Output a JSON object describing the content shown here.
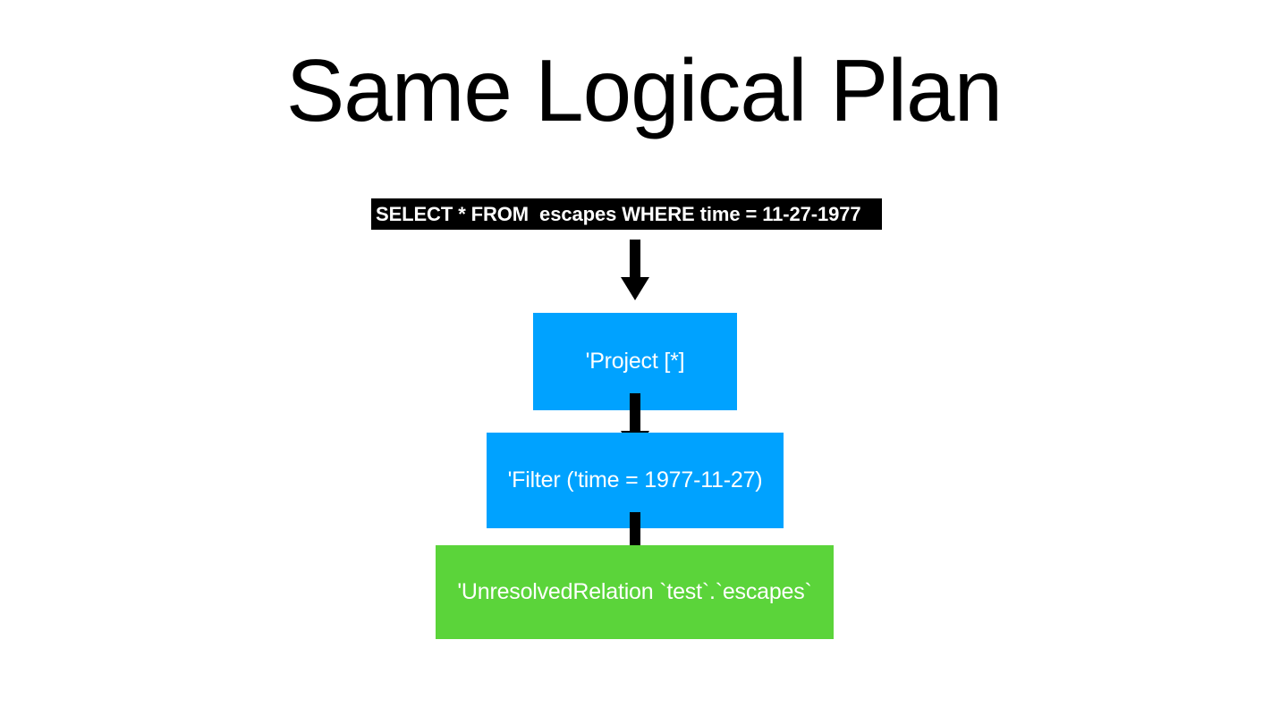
{
  "slide": {
    "title": "Same Logical Plan",
    "background_color": "#ffffff"
  },
  "colors": {
    "sql_bar_background": "#000000",
    "sql_bar_text": "#ffffff",
    "node_blue": "#00A2FF",
    "node_green": "#5BD43A",
    "node_text": "#ffffff",
    "arrow": "#000000",
    "title_text": "#000000"
  },
  "query": {
    "sql": "SELECT * FROM  escapes WHERE time = 11-27-1977"
  },
  "plan": {
    "nodes": [
      {
        "id": "project",
        "label": "'Project [*]",
        "color": "#00A2FF"
      },
      {
        "id": "filter",
        "label": "'Filter ('time = 1977-11-27)",
        "color": "#00A2FF"
      },
      {
        "id": "relation",
        "label": "'UnresolvedRelation `test`.`escapes`",
        "color": "#5BD43A"
      }
    ],
    "edges": [
      {
        "from": "sql",
        "to": "project",
        "direction": "down"
      },
      {
        "from": "project",
        "to": "filter",
        "direction": "down"
      },
      {
        "from": "filter",
        "to": "relation",
        "direction": "down"
      }
    ]
  }
}
